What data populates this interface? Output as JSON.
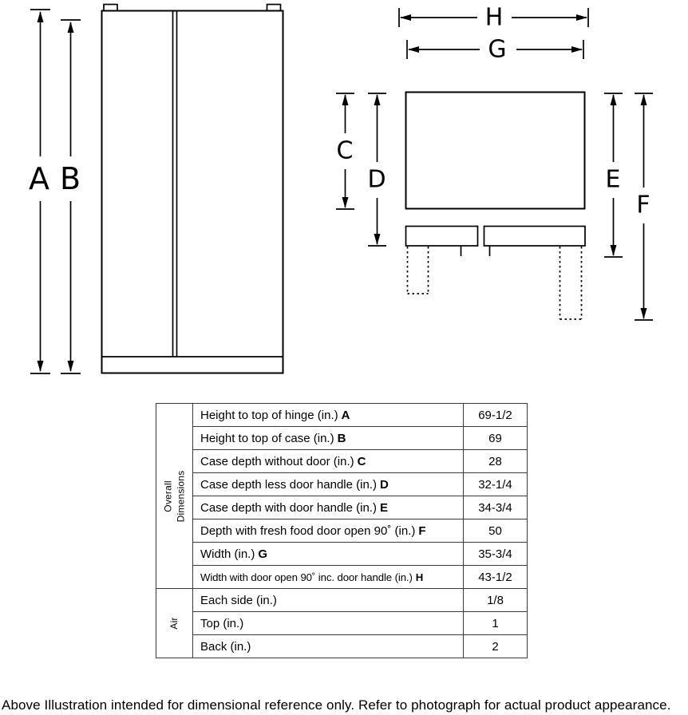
{
  "diagram": {
    "labels": {
      "A": "A",
      "B": "B",
      "C": "C",
      "D": "D",
      "E": "E",
      "F": "F",
      "G": "G",
      "H": "H"
    }
  },
  "table": {
    "groups": [
      {
        "name": "Overall\nDimensions",
        "rows": [
          {
            "label": "Height to top of hinge (in.)",
            "key": "A",
            "value": "69-1/2"
          },
          {
            "label": "Height to top of case (in.)",
            "key": "B",
            "value": "69"
          },
          {
            "label": "Case depth without door (in.)",
            "key": "C",
            "value": "28"
          },
          {
            "label": "Case depth less door handle (in.)",
            "key": "D",
            "value": "32-1/4"
          },
          {
            "label": "Case depth with door handle (in.)",
            "key": "E",
            "value": "34-3/4"
          },
          {
            "label": "Depth with fresh food door open 90˚ (in.)",
            "key": "F",
            "value": "50"
          },
          {
            "label": "Width (in.)",
            "key": "G",
            "value": "35-3/4"
          },
          {
            "label": "Width with door open 90˚ inc. door handle (in.)",
            "key": "H",
            "value": "43-1/2"
          }
        ]
      },
      {
        "name": "Air",
        "rows": [
          {
            "label": "Each side (in.)",
            "value": "1/8"
          },
          {
            "label": "Top (in.)",
            "value": "1"
          },
          {
            "label": "Back (in.)",
            "value": "2"
          }
        ]
      }
    ]
  },
  "footer": {
    "note": "Above Illustration intended for dimensional reference only. Refer to photograph for actual product appearance."
  }
}
